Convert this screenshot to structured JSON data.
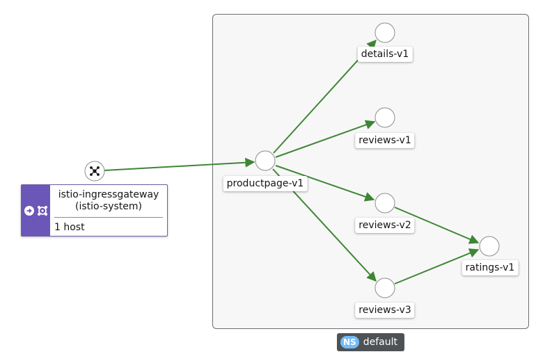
{
  "namespace": {
    "badge": "NS",
    "name": "default"
  },
  "gateway": {
    "title_line1": "istio-ingressgateway",
    "title_line2": "(istio-system)",
    "hosts": "1 host"
  },
  "nodes": {
    "productpage": "productpage-v1",
    "details": "details-v1",
    "reviews_v1": "reviews-v1",
    "reviews_v2": "reviews-v2",
    "reviews_v3": "reviews-v3",
    "ratings": "ratings-v1"
  },
  "colors": {
    "edge": "#3e8635",
    "gateway_accent": "#6b57b8",
    "namespace_badge": "#73bcf7"
  }
}
